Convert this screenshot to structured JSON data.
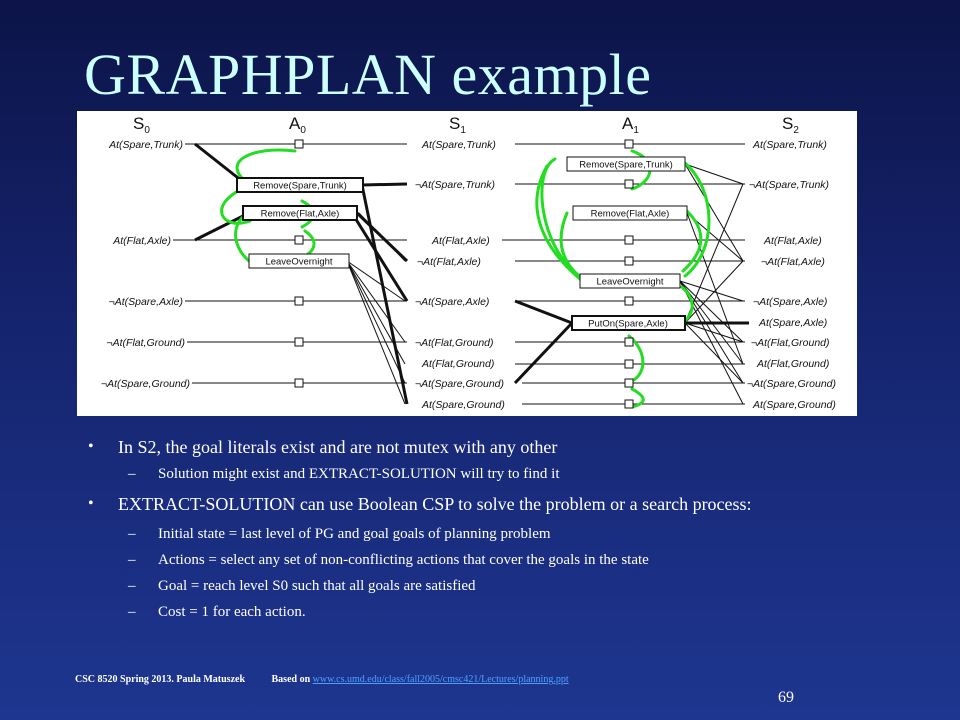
{
  "slide": {
    "title": "GRAPHPLAN example",
    "page_number": "69",
    "footer": {
      "credit": "CSC 8520 Spring 2013. Paula Matuszek",
      "based_on": "Based on",
      "link_text": "www.cs.umd.edu/class/fall2005/cmsc421/Lectures/planning.ppt"
    }
  },
  "diagram": {
    "columns": [
      {
        "name": "S",
        "sub": "0"
      },
      {
        "name": "A",
        "sub": "0"
      },
      {
        "name": "S",
        "sub": "1"
      },
      {
        "name": "A",
        "sub": "1"
      },
      {
        "name": "S",
        "sub": "2"
      }
    ],
    "s0_literals": [
      "At(Spare,Trunk)",
      "At(Flat,Axle)",
      "¬At(Spare,Axle)",
      "¬At(Flat,Ground)",
      "¬At(Spare,Ground)"
    ],
    "s1_literals": [
      "At(Spare,Trunk)",
      "¬At(Spare,Trunk)",
      "At(Flat,Axle)",
      "¬At(Flat,Axle)",
      "¬At(Spare,Axle)",
      "¬At(Flat,Ground)",
      "At(Flat,Ground)",
      "¬At(Spare,Ground)",
      "At(Spare,Ground)"
    ],
    "s2_literals": [
      "At(Spare,Trunk)",
      "¬At(Spare,Trunk)",
      "At(Flat,Axle)",
      "¬At(Flat,Axle)",
      "¬At(Spare,Axle)",
      "At(Spare,Axle)",
      "¬At(Flat,Ground)",
      "At(Flat,Ground)",
      "¬At(Spare,Ground)",
      "At(Spare,Ground)"
    ],
    "a0_actions": [
      "Remove(Spare,Trunk)",
      "Remove(Flat,Axle)",
      "LeaveOvernight"
    ],
    "a1_actions": [
      "Remove(Spare,Trunk)",
      "Remove(Flat,Axle)",
      "LeaveOvernight",
      "PutOn(Spare,Axle)"
    ],
    "colors": {
      "mutex": "#22dd22",
      "line": "#111111"
    }
  },
  "bullets": [
    {
      "text": "In S2, the goal literals exist and are not mutex with any other",
      "subs": [
        "Solution might exist and EXTRACT-SOLUTION will try to find it"
      ]
    },
    {
      "text": "EXTRACT-SOLUTION can use Boolean CSP to solve the problem or a search process:",
      "subs": [
        "Initial state = last level of PG and goal goals of planning problem",
        "Actions = select any set of non-conflicting actions that cover the goals in the state",
        "Goal = reach level S0 such that all goals are satisfied",
        "Cost = 1 for each action."
      ]
    }
  ]
}
